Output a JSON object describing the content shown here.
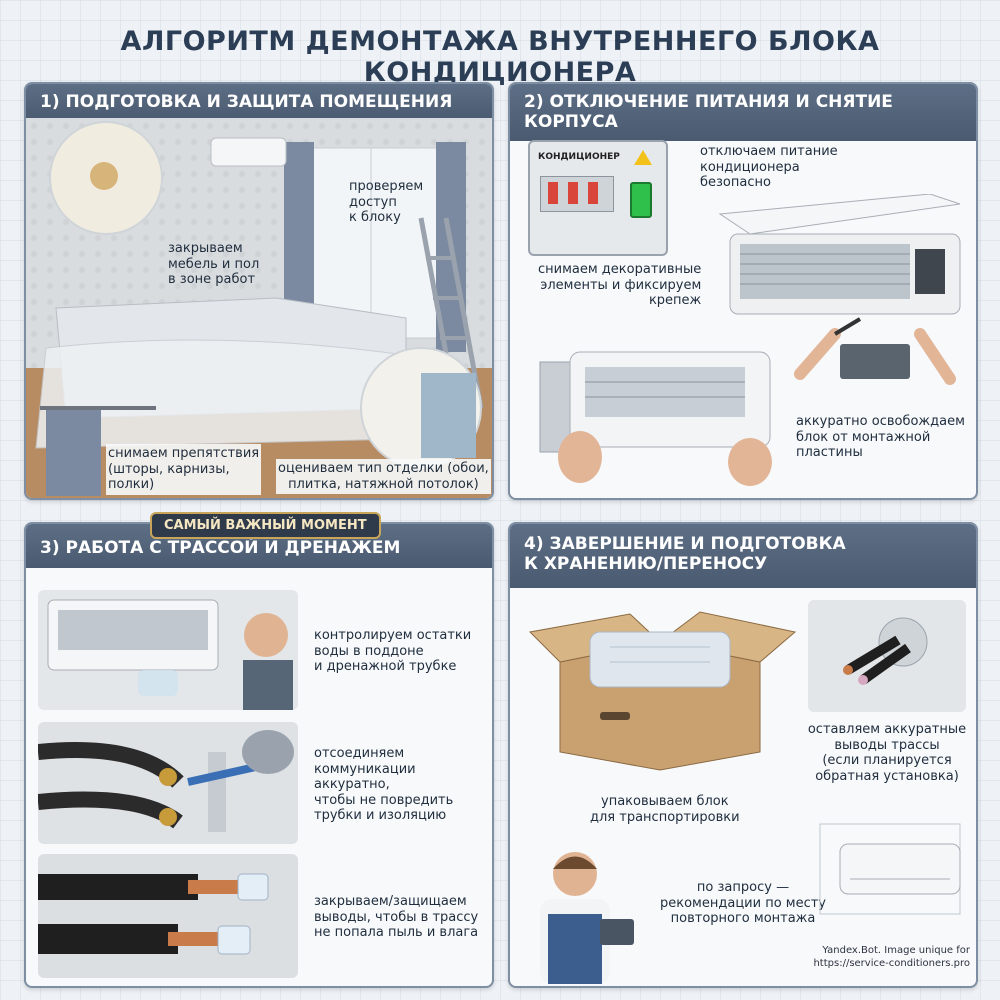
{
  "title": "АЛГОРИТМ ДЕМОНТАЖА ВНУТРЕННЕГО БЛОКА КОНДИЦИОНЕРА",
  "step1": {
    "header": "1) ПОДГОТОВКА И ЗАЩИТА ПОМЕЩЕНИЯ",
    "cover": "закрываем\nмебель и пол\nв зоне работ",
    "access": "проверяем\nдоступ\nк блоку",
    "obstacles": "снимаем препятствия\n(шторы, карнизы,\nполки)",
    "finish": "оцениваем тип отделки (обои,\nплитка, натяжной потолок)"
  },
  "step2": {
    "header": "2) ОТКЛЮЧЕНИЕ ПИТАНИЯ И СНЯТИЕ КОРПУСА",
    "panel_label": "КОНДИЦИОНЕР",
    "power": "отключаем питание\nкондиционера\nбезопасно",
    "decor": "снимаем декоративные\nэлементы и фиксируем\nкрепеж",
    "release": "аккуратно освобождаем\nблок от монтажной\nпластины"
  },
  "badge": "САМЫЙ ВАЖНЫЙ МОМЕНТ",
  "step3": {
    "header": "3) РАБОТА С ТРАССОЙ И ДРЕНАЖЕМ",
    "water": "контролируем остатки\nводы в поддоне\nи дренажной трубке",
    "disconnect": "отсоединяем\nкоммуникации\nаккуратно,\nчтобы не повредить\nтрубки и изоляцию",
    "protect": "закрываем/защищаем\nвыводы, чтобы в трассу\nне попала пыль и влага"
  },
  "step4": {
    "header": "4) ЗАВЕРШЕНИЕ И ПОДГОТОВКА\nК ХРАНЕНИЮ/ПЕРЕНОСУ",
    "pack": "упаковываем блок\nдля транспортировки",
    "outlets": "оставляем аккуратные\nвыводы трассы\n(если планируется\nобратная установка)",
    "advice": "по запросу —\nрекомендации по месту\nповторного монтажа"
  },
  "watermark": "Yandex.Bot. Image unique for\nhttps://service-conditioners.pro",
  "colors": {
    "header_bg": "#4f6078",
    "panel_border": "#7e8ea3",
    "title": "#2c3e55",
    "badge_bg": "#2f3a4a",
    "badge_text": "#f5e7c2"
  }
}
